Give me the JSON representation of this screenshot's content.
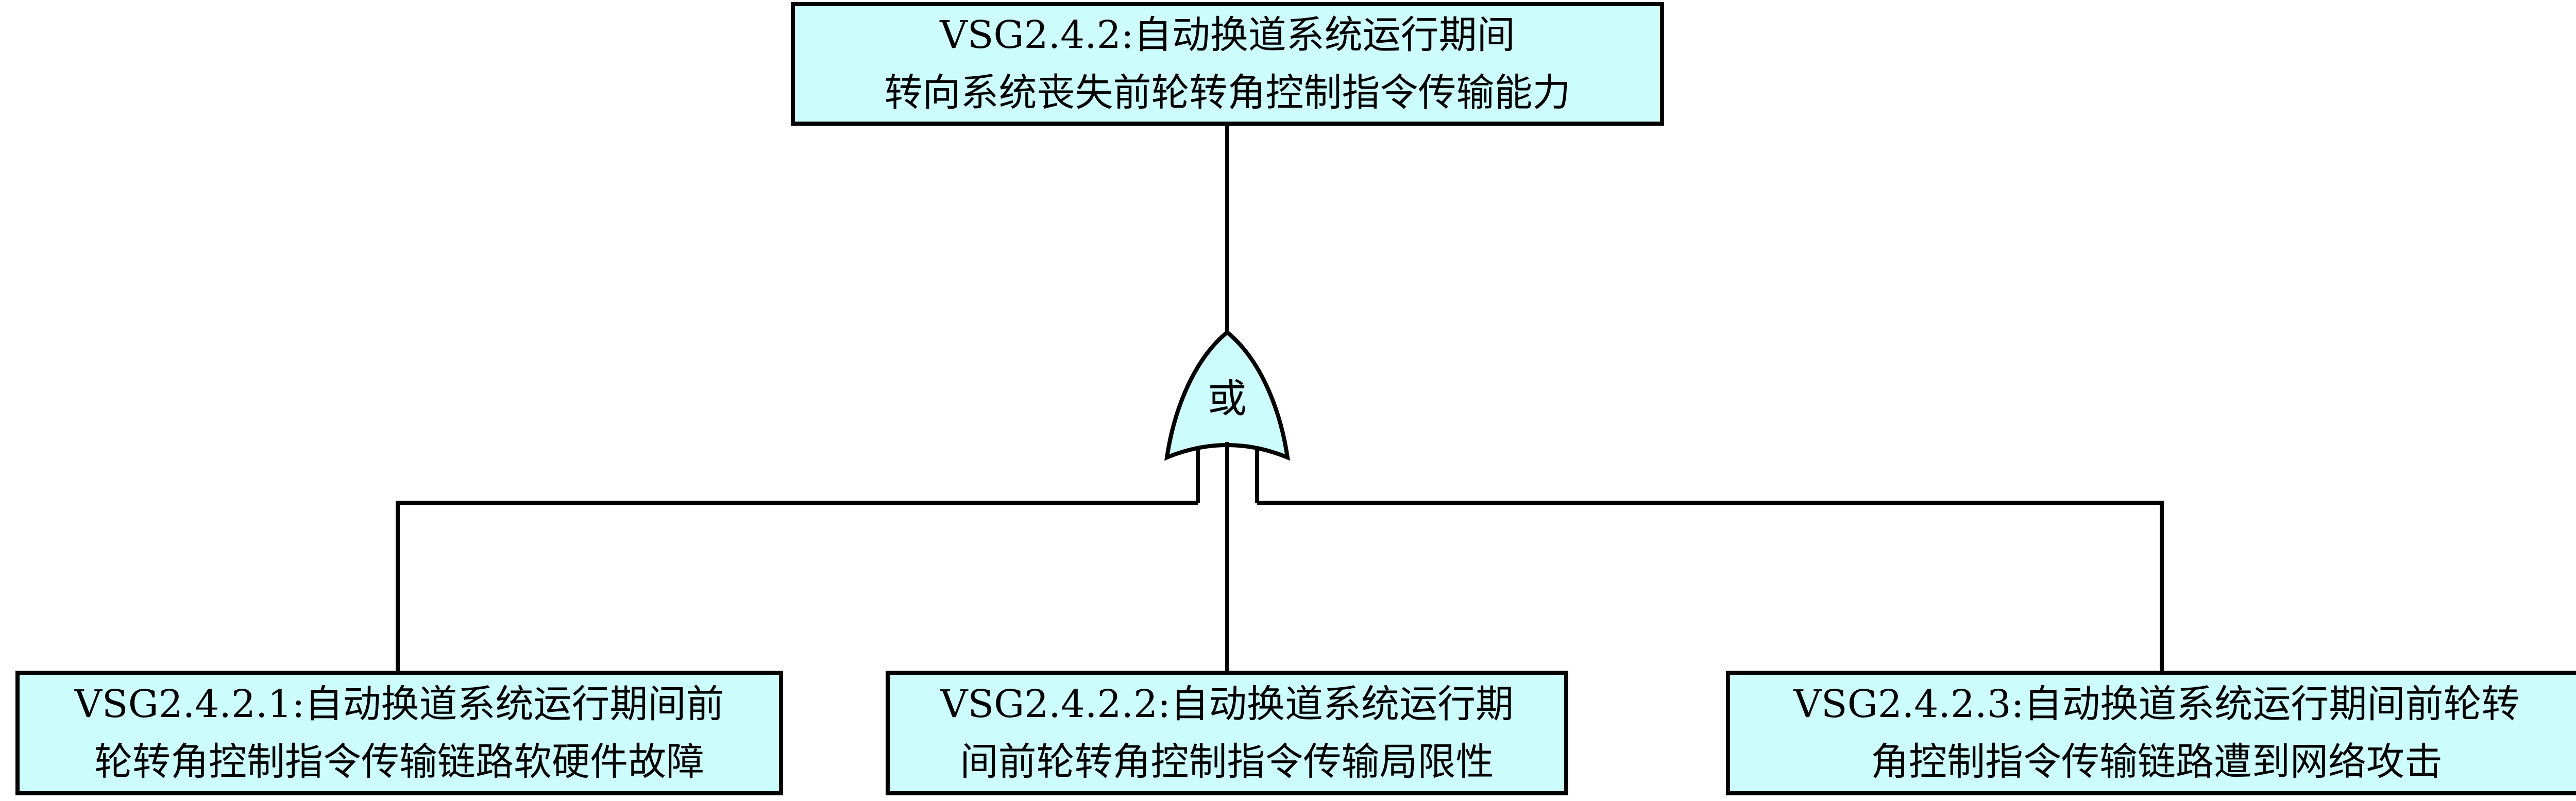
{
  "diagram": {
    "type": "fault-tree",
    "top_event": {
      "line1": "VSG2.4.2:自动换道系统运行期间",
      "line2": "转向系统丧失前轮转角控制指令传输能力"
    },
    "gate": {
      "label": "或",
      "kind": "OR"
    },
    "events": [
      {
        "line1": "VSG2.4.2.1:自动换道系统运行期间前",
        "line2": "轮转角控制指令传输链路软硬件故障"
      },
      {
        "line1": "VSG2.4.2.2:自动换道系统运行期",
        "line2": "间前轮转角控制指令传输局限性"
      },
      {
        "line1": "VSG2.4.2.3:自动换道系统运行期间前轮转",
        "line2": "角控制指令传输链路遭到网络攻击"
      }
    ],
    "colors": {
      "box_fill": "#ccfcfc",
      "stroke": "#000000"
    }
  }
}
